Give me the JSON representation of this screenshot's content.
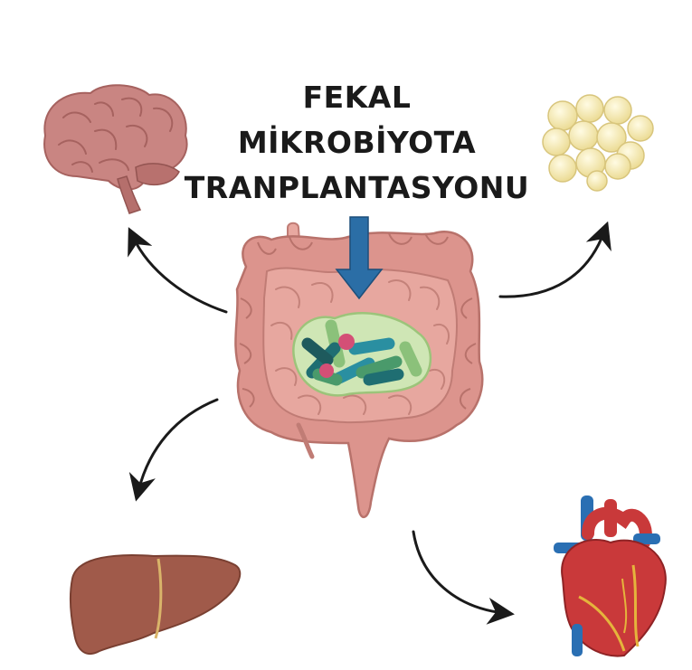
{
  "title": {
    "line1": "FEKAL",
    "line2": "MİKROBİYOTA",
    "line3": "TRANPLANTASYONU"
  },
  "illustrations": [
    "brain-icon",
    "fat-cells-icon",
    "intestine-icon",
    "microbiota-icon",
    "liver-icon",
    "heart-icon"
  ],
  "colors": {
    "title_text": "#1a1a1a",
    "input_arrow": "#2b6ea6",
    "connector_arrows": "#1a1a1a",
    "intestine": "#d98c86",
    "brain": "#c98582",
    "fat_cells": "#f3e7b0",
    "liver": "#a05a4a",
    "heart_red": "#c9393a",
    "heart_blue": "#2a6fb3"
  }
}
